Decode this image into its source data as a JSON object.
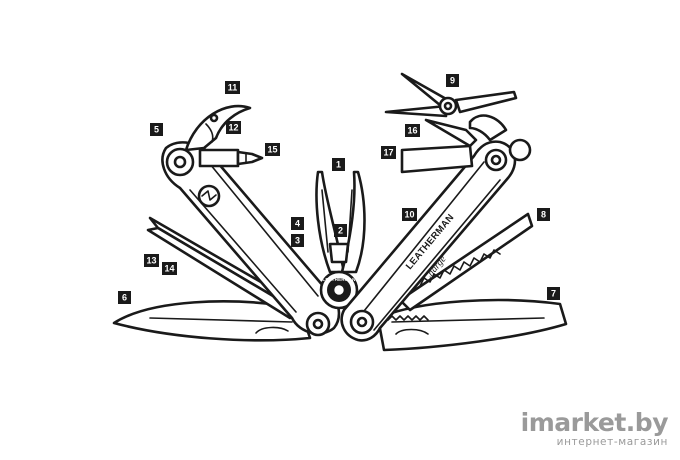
{
  "diagram": {
    "callouts": [
      "1",
      "2",
      "3",
      "4",
      "5",
      "6",
      "7",
      "8",
      "9",
      "10",
      "11",
      "12",
      "13",
      "14",
      "15",
      "16",
      "17"
    ],
    "handle_brand": "LEATHERMAN",
    "handle_model": "Charge",
    "pivot_brand": "LEATHERMAN"
  },
  "watermark": {
    "brand": "imarket.by",
    "subtitle": "интернет-магазин"
  }
}
